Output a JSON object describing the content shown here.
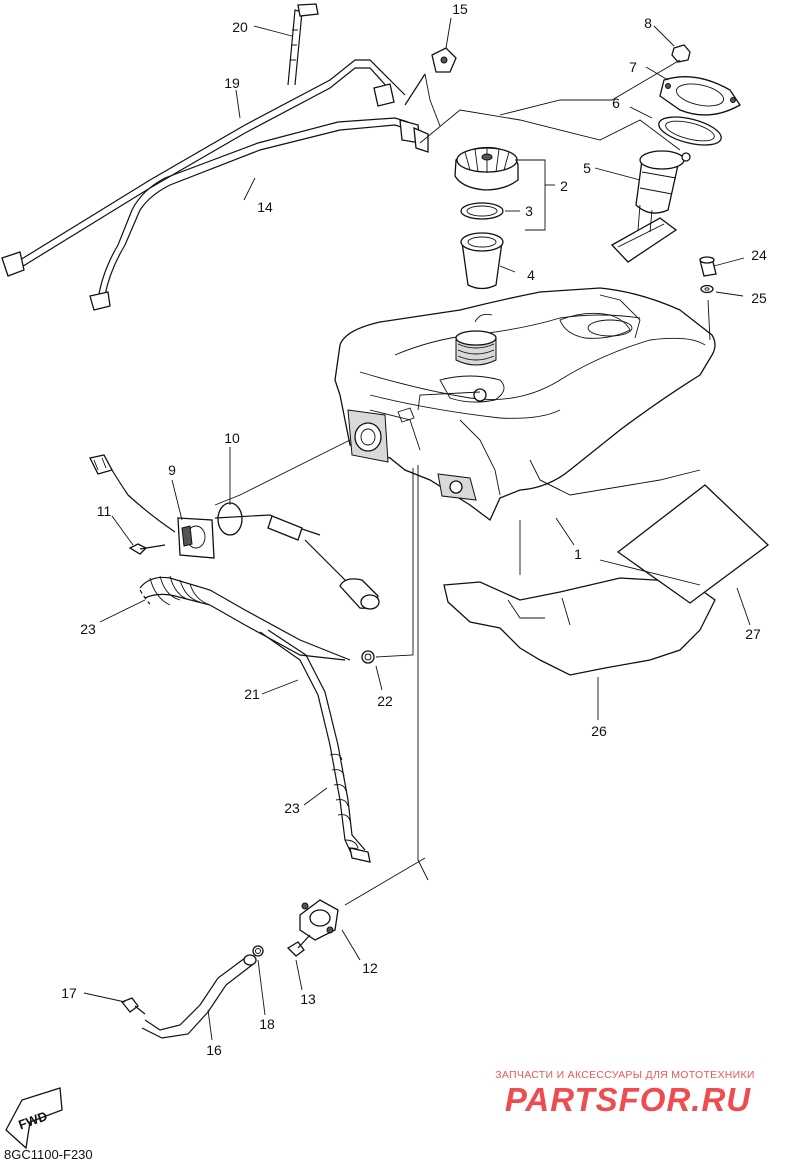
{
  "callouts": [
    "1",
    "2",
    "3",
    "4",
    "5",
    "6",
    "7",
    "8",
    "9",
    "10",
    "11",
    "12",
    "13",
    "14",
    "15",
    "16",
    "17",
    "18",
    "19",
    "20",
    "21",
    "22",
    "23",
    "23",
    "24",
    "25",
    "26",
    "27"
  ],
  "fwd_label": "FWD",
  "diagram_code": "8GC1100-F230",
  "watermark": {
    "tagline": "ЗАПЧАСТИ И АКСЕССУАРЫ ДЛЯ МОТОТЕХНИКИ",
    "brand": "PARTSFOR.RU"
  }
}
